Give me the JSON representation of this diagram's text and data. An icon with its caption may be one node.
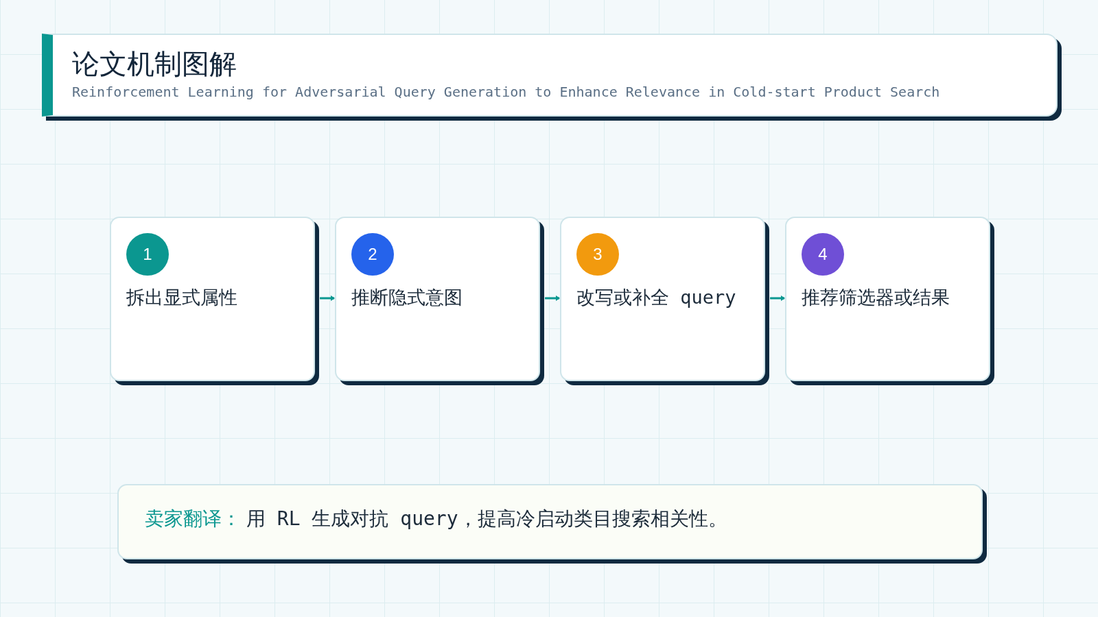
{
  "diagram": {
    "title": "论文机制图解",
    "labels": [
      "Reinforcement Learning for Adversarial Query Generation to Enhance Relevance in Cold-start Product Search"
    ],
    "nodes": [
      {
        "text": [
          "1",
          "拆出显式属性"
        ]
      },
      {
        "text": [
          "2",
          "推断隐式意图"
        ]
      },
      {
        "text": [
          "3",
          "改写或补全 query"
        ]
      },
      {
        "text": [
          "4",
          "推荐筛选器或结果"
        ]
      },
      {
        "text": [
          "卖家翻译：",
          "用 RL 生成对抗 query，提高冷启动类目搜索相关性。"
        ]
      }
    ],
    "edges": [
      {
        "from": 0,
        "to": 1,
        "arrow": "to"
      },
      {
        "from": 1,
        "to": 2,
        "arrow": "to"
      },
      {
        "from": 2,
        "to": 3,
        "arrow": "to"
      }
    ]
  }
}
